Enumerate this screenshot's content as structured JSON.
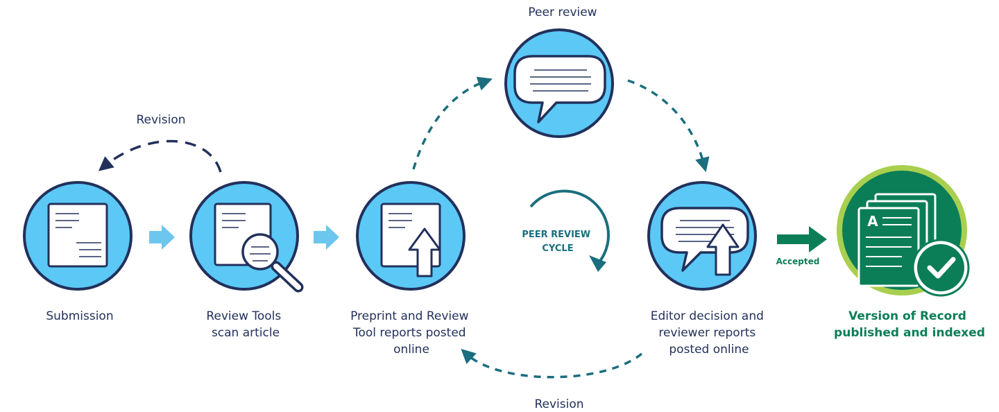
{
  "stages": {
    "submission": {
      "label": [
        "Submission"
      ]
    },
    "review_tools": {
      "label": [
        "Review Tools",
        "scan article"
      ]
    },
    "preprint": {
      "label": [
        "Preprint and Review",
        "Tool reports posted",
        "online"
      ]
    },
    "peer_review": {
      "label": [
        "Peer review"
      ]
    },
    "editor_decision": {
      "label": [
        "Editor decision and",
        "reviewer reports",
        "posted online"
      ]
    },
    "version_of_record": {
      "label": [
        "Version of Record",
        "published and indexed"
      ]
    }
  },
  "cycle": {
    "label": [
      "PEER REVIEW",
      "CYCLE"
    ]
  },
  "arrows": {
    "revision_top": "Revision",
    "revision_bottom": "Revision",
    "accepted": "Accepted"
  },
  "colors": {
    "navy": "#22305b",
    "light_blue": "#5bc8f5",
    "arrow_blue": "#6cc6ee",
    "teal": "#1a6e7e",
    "green": "#0b7e58",
    "green_ring": "#a9cf4f",
    "white": "#ffffff"
  },
  "icons": {
    "submission": "document-icon",
    "review_tools": "magnifier-document-icon",
    "preprint": "upload-document-icon",
    "peer_review": "speech-bubble-icon",
    "editor_decision": "speech-bubble-upload-icon",
    "version_of_record": "published-document-check-icon",
    "cycle": "circular-arrow-icon"
  }
}
